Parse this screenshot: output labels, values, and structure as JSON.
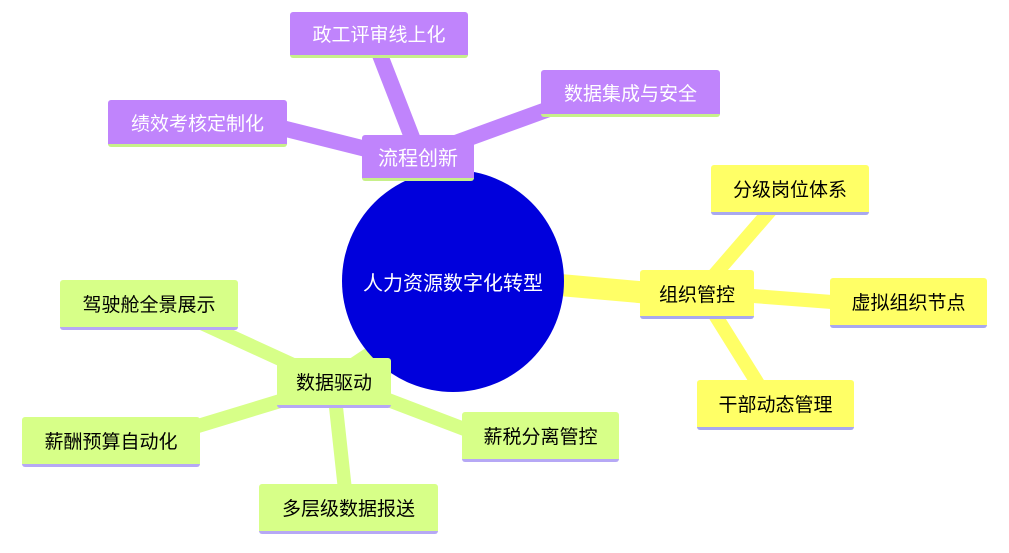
{
  "colors": {
    "root": "#0000dc",
    "branch_purple": "#c084fc",
    "branch_yellow": "#ffff66",
    "branch_green": "#d7ff88"
  },
  "root": {
    "label": "人力资源数字化转型"
  },
  "branches": {
    "process": {
      "label": "流程创新",
      "children": [
        "政工评审线上化",
        "数据集成与安全",
        "绩效考核定制化"
      ]
    },
    "org": {
      "label": "组织管控",
      "children": [
        "分级岗位体系",
        "虚拟组织节点",
        "干部动态管理"
      ]
    },
    "data": {
      "label": "数据驱动",
      "children": [
        "驾驶舱全景展示",
        "薪酬预算自动化",
        "多层级数据报送",
        "薪税分离管控"
      ]
    }
  }
}
